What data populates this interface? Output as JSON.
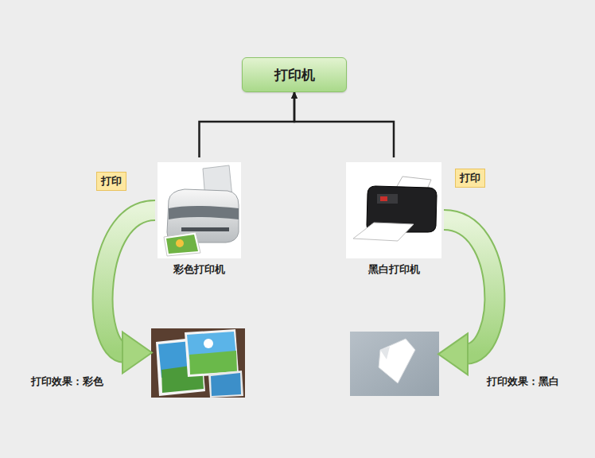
{
  "diagram": {
    "nodes": [
      {
        "text": [
          "打印机"
        ]
      },
      {
        "text": [
          "彩色打印机"
        ]
      },
      {
        "text": [
          "黑白打印机"
        ]
      },
      {
        "text": [
          "打印效果：彩色"
        ]
      },
      {
        "text": [
          "打印效果：黑白"
        ]
      }
    ],
    "edges": [
      {
        "from": 1,
        "to": 0,
        "arrow": "to"
      },
      {
        "from": 2,
        "to": 0,
        "arrow": "to"
      },
      {
        "from": 1,
        "to": 3,
        "label": "打印",
        "arrow": "to"
      },
      {
        "from": 2,
        "to": 4,
        "label": "打印",
        "arrow": "to"
      }
    ]
  }
}
